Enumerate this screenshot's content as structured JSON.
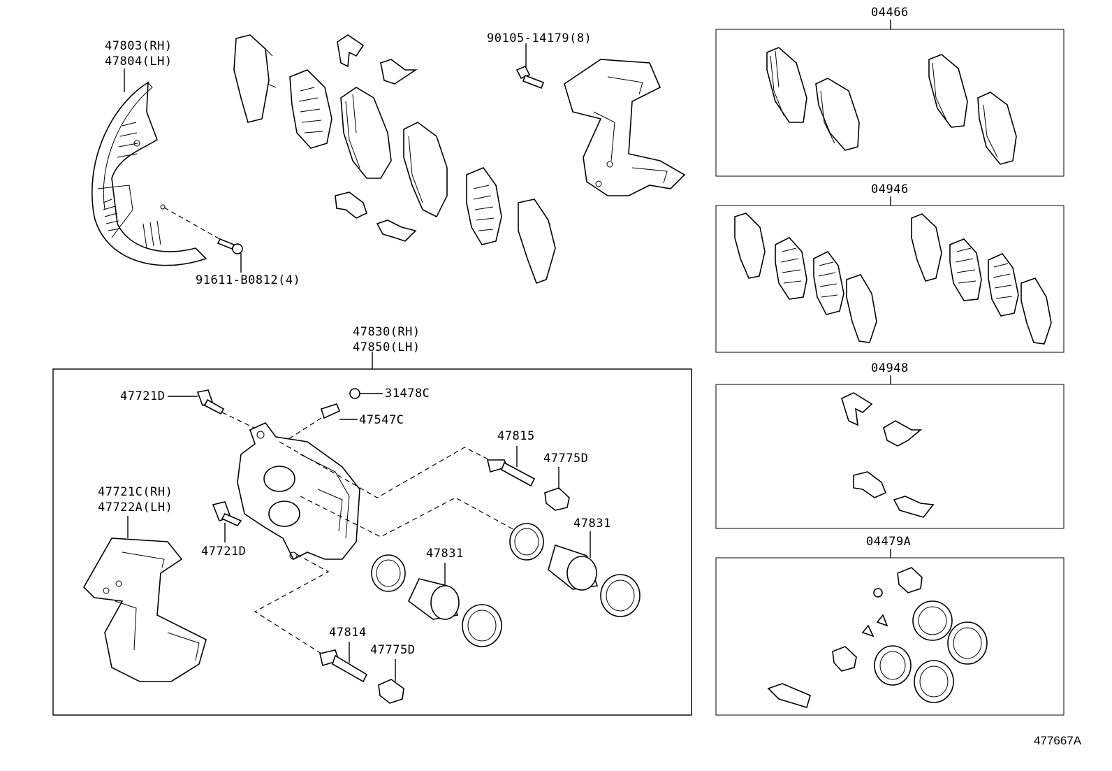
{
  "labels": {
    "dust_cover_rh": "47803(RH)",
    "dust_cover_lh": "47804(LH)",
    "dust_cover_bolt": "91611-B0812(4)",
    "mount_bolt": "90105-14179(8)",
    "caliper_rh": "47830(RH)",
    "caliper_lh": "47850(LH)",
    "bleeder_bolt": "47721D",
    "bleeder_cap": "31478C",
    "bleeder_plug": "47547C",
    "slide_pin_upper": "47815",
    "pin_boot_upper": "47775D",
    "piston_right": "47831",
    "piston_center": "47831",
    "mounting_rh": "47721C(RH)",
    "mounting_lh": "47722A(LH)",
    "bleeder_bolt_lower": "47721D",
    "slide_pin_lower": "47814",
    "pin_boot_lower": "47775D",
    "kit_pads": "04466",
    "kit_shims": "04946",
    "kit_clips": "04948",
    "kit_cylinder": "04479A"
  },
  "figure_id": "477667A"
}
